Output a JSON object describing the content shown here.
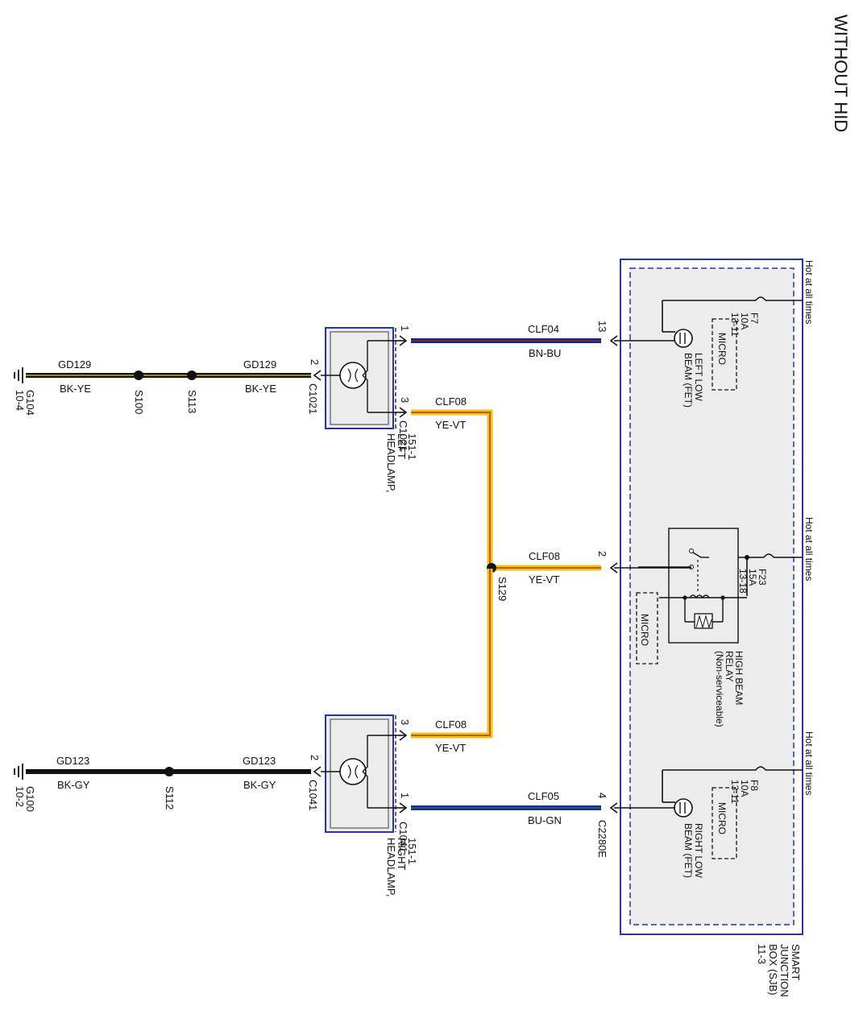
{
  "title": "WITHOUT HID",
  "sjb": {
    "name_lines": [
      "SMART",
      "JUNCTION",
      "BOX (SJB)",
      "11-3"
    ],
    "feed_label": "Hot at all times",
    "fuses": [
      {
        "lines": [
          "F7",
          "10A",
          "13-11"
        ]
      },
      {
        "lines": [
          "F23",
          "15A",
          "13-18"
        ]
      },
      {
        "lines": [
          "F8",
          "10A",
          "13-11"
        ]
      }
    ],
    "micro_label": "MICRO",
    "left_low_beam": [
      "LEFT LOW",
      "BEAM (FET)"
    ],
    "right_low_beam": [
      "RIGHT LOW",
      "BEAM (FET)"
    ],
    "high_beam_relay": [
      "HIGH BEAM",
      "RELAY",
      "(Non-serviceable)"
    ],
    "connector": "C2280E"
  },
  "wires": {
    "clf04": {
      "circuit": "CLF04",
      "color": "BN-BU",
      "sjb_pin": "13",
      "lamp_pin": "1"
    },
    "clf08_sjb": {
      "circuit": "CLF08",
      "color": "YE-VT",
      "sjb_pin": "2"
    },
    "clf08_left": {
      "circuit": "CLF08",
      "color": "YE-VT",
      "lamp_pin": "3"
    },
    "clf08_right": {
      "circuit": "CLF08",
      "color": "YE-VT",
      "lamp_pin": "3"
    },
    "clf05": {
      "circuit": "CLF05",
      "color": "BU-GN",
      "sjb_pin": "4",
      "lamp_pin": "1"
    },
    "splice": "S129",
    "gd129_a": {
      "circuit": "GD129",
      "color": "BK-YE"
    },
    "gd129_b": {
      "circuit": "GD129",
      "color": "BK-YE"
    },
    "gd123_a": {
      "circuit": "GD123",
      "color": "BK-GY"
    },
    "gd123_b": {
      "circuit": "GD123",
      "color": "BK-GY"
    }
  },
  "left_headlamp": {
    "name": [
      "HEADLAMP,",
      "LEFT",
      "151-1"
    ],
    "connector": "C1021",
    "ground_pin": "2"
  },
  "right_headlamp": {
    "name": [
      "HEADLAMP,",
      "RIGHT",
      "151-1"
    ],
    "connector": "C1041",
    "ground_pin": "2"
  },
  "splices": {
    "s100": "S100",
    "s113": "S113",
    "s112": "S112"
  },
  "grounds": {
    "g104": [
      "G104",
      "10-4"
    ],
    "g100": [
      "G100",
      "10-2"
    ]
  },
  "colors": {
    "box_border": "#2233bb",
    "box_fill": "#ececec",
    "clf04_main": "#1a2090",
    "clf04_stripe": "#8a2a18",
    "clf05_main": "#1a2aa0",
    "clf05_stripe": "#2a6a30",
    "ye": "#f2c010",
    "vt": "#c05a2a",
    "bk": "#111111",
    "ye_stripe": "#c8b400",
    "gy_stripe": "#777777"
  }
}
